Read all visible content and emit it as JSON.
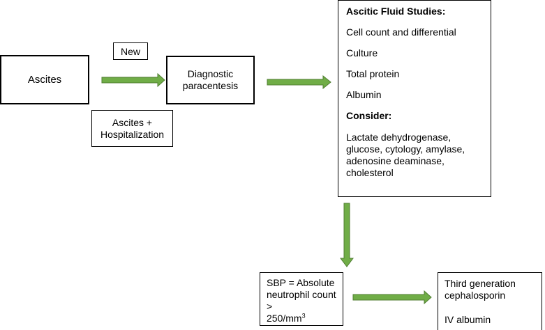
{
  "nodes": {
    "ascites": "Ascites",
    "new": "New",
    "hospitalization": [
      "Ascites +",
      "Hospitalization"
    ],
    "paracentesis": [
      "Diagnostic",
      "paracentesis"
    ],
    "studies": {
      "heading": "Ascitic Fluid Studies:",
      "items": [
        "Cell count and differential",
        "Culture",
        "Total protein",
        "Albumin"
      ],
      "consider_heading": "Consider:",
      "consider_lines": [
        "Lactate dehydrogenase,",
        "glucose, cytology, amylase,",
        "adenosine deaminase,",
        "cholesterol"
      ]
    },
    "sbp": {
      "lines": [
        "SBP = Absolute",
        "neutrophil count >"
      ],
      "last_line": "250/mm",
      "superscript": "3"
    },
    "treatment": {
      "lines": [
        "Third generation",
        "cephalosporin"
      ],
      "albumin": "IV albumin"
    }
  },
  "colors": {
    "arrow_fill": "#70ad47",
    "arrow_stroke": "#507e32"
  }
}
